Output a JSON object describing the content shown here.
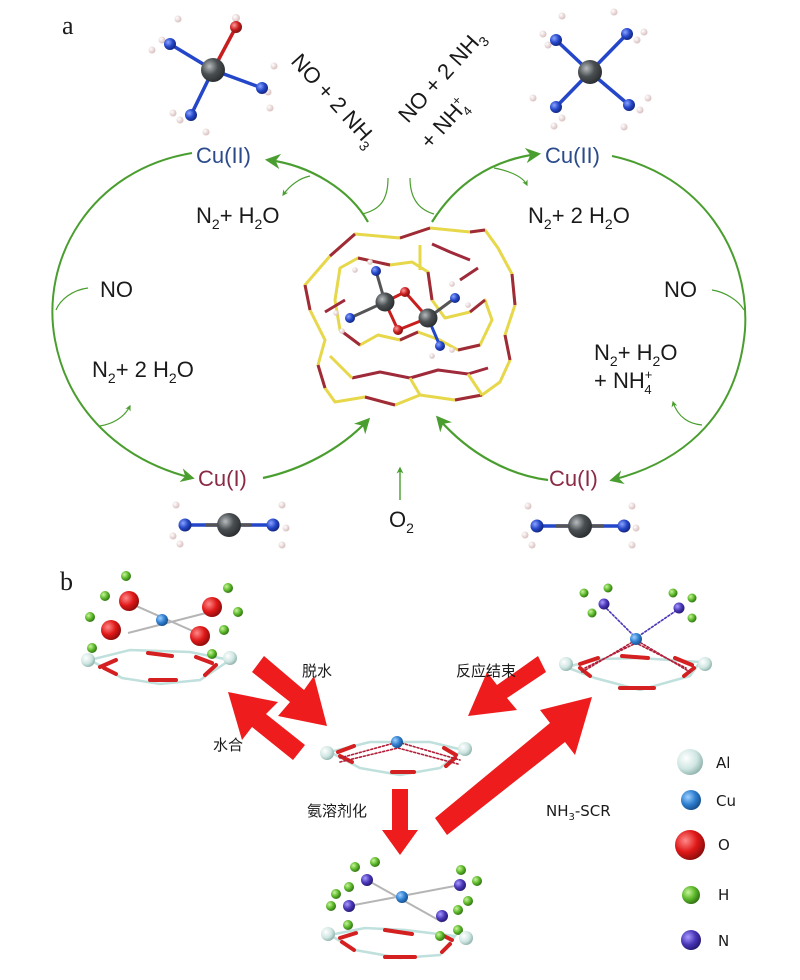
{
  "panel_a": {
    "label": "a",
    "left_cycle": {
      "top_species": "Cu(II)",
      "bottom_species": "Cu(I)",
      "reactant_top": {
        "main": "NO + 2 NH",
        "sub": "3"
      },
      "product_top": {
        "p1": "N",
        "s1": "2",
        "p2": "+ H",
        "s2": "2",
        "p3": "O"
      },
      "reactant_side": "NO",
      "product_side": {
        "p1": "N",
        "s1": "2",
        "p2": "+ 2 H",
        "s2": "2",
        "p3": "O"
      }
    },
    "right_cycle": {
      "top_species": "Cu(II)",
      "bottom_species": "Cu(I)",
      "reactant_top_line1": {
        "main": "NO + 2 NH",
        "sub": "3"
      },
      "reactant_top_line2": {
        "main": "+ NH",
        "sub": "4",
        "sup": "+"
      },
      "product_top": {
        "p1": "N",
        "s1": "2",
        "p2": "+ 2 H",
        "s2": "2",
        "p3": "O"
      },
      "reactant_side": "NO",
      "product_side_line1": {
        "p1": "N",
        "s1": "2",
        "p2": "+ H",
        "s2": "2",
        "p3": "O"
      },
      "product_side_line2": {
        "main": "+ NH",
        "sub": "4",
        "sup": "+"
      }
    },
    "oxidant": {
      "main": "O",
      "sub": "2"
    },
    "colors": {
      "arrow": "#4a9e2f",
      "cu2_text": "#2a4a8a",
      "cu1_text": "#8a2a44",
      "cu_atom": "#4a4f52",
      "n_atom": "#2446c8",
      "o_atom": "#c81e1e",
      "h_atom": "#e8d4d4",
      "framework_si": "#e6d84a",
      "framework_o": "#9e2a3a"
    }
  },
  "panel_b": {
    "label": "b",
    "steps": {
      "dehydration": "脱水",
      "hydration": "水合",
      "ammonia_solvation": "氨溶剂化",
      "reaction_end": "反应结束",
      "scr": {
        "main": "NH",
        "sub": "3",
        "rest": "-SCR"
      }
    },
    "legend": [
      {
        "label": "Al",
        "color": "#d8ece8"
      },
      {
        "label": "Cu",
        "color": "#2f7fd0"
      },
      {
        "label": "O",
        "color": "#e01818"
      },
      {
        "label": "H",
        "color": "#5cb82a"
      },
      {
        "label": "N",
        "color": "#4a36b8"
      }
    ],
    "colors": {
      "arrow": "#ee1c1c",
      "ring_red": "#d42020",
      "ring_light": "#bfe0dc"
    }
  }
}
